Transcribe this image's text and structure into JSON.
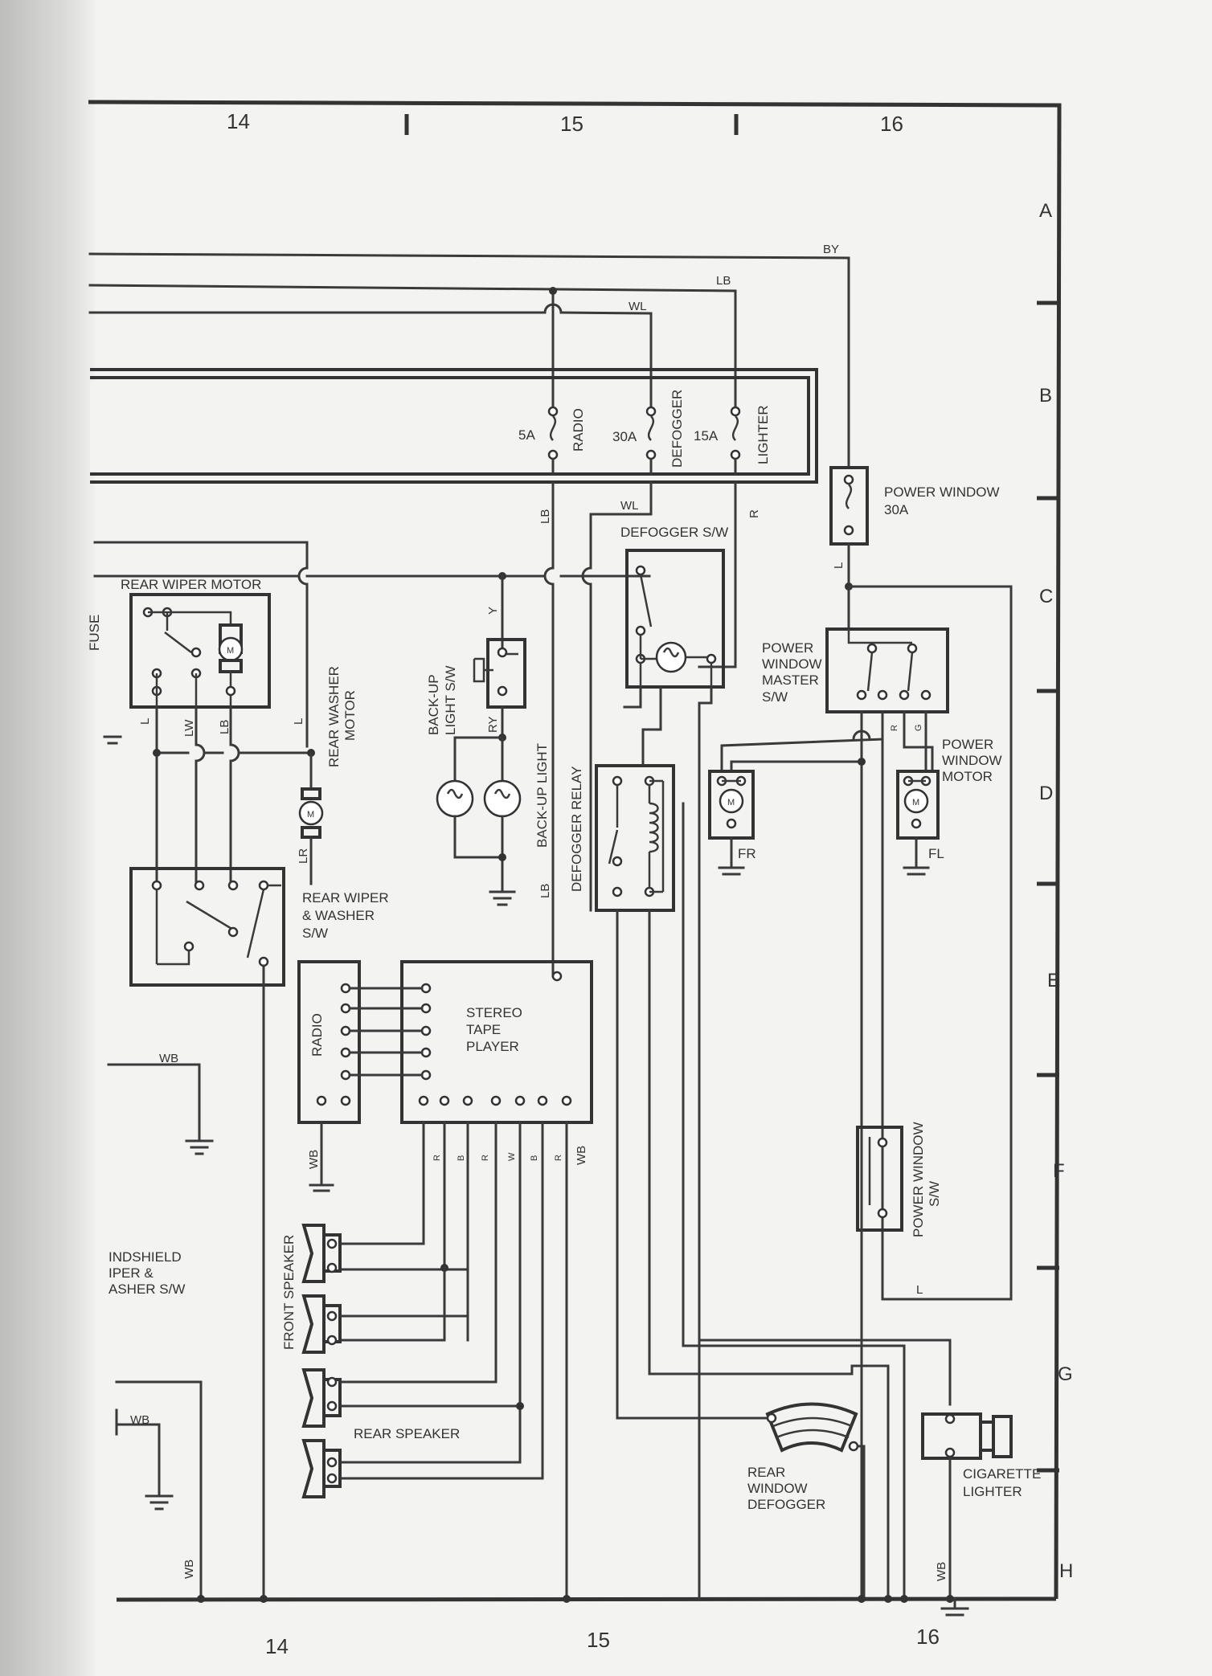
{
  "grid": {
    "columns_top": [
      "14",
      "15",
      "16"
    ],
    "columns_bottom": [
      "14",
      "15",
      "16"
    ],
    "rows": [
      "A",
      "B",
      "C",
      "D",
      "E",
      "F",
      "G",
      "H"
    ]
  },
  "fuses": {
    "radio": {
      "amp": "5A",
      "name": "RADIO"
    },
    "defogger": {
      "amp": "30A",
      "name": "DEFOGGER"
    },
    "lighter": {
      "amp": "15A",
      "name": "LIGHTER"
    },
    "power_window": {
      "name": "POWER WINDOW",
      "amp": "30A"
    }
  },
  "components": {
    "rear_wiper_motor": "REAR WIPER MOTOR",
    "rear_washer_motor": [
      "REAR WASHER",
      "MOTOR"
    ],
    "rear_wiper_washer_sw": [
      "REAR WIPER",
      "& WASHER",
      "S/W"
    ],
    "back_up_light_sw": [
      "BACK-UP",
      "LIGHT S/W"
    ],
    "back_up_light": "BACK-UP LIGHT",
    "defogger_sw": "DEFOGGER S/W",
    "defogger_relay": "DEFOGGER RELAY",
    "power_window_master_sw": [
      "POWER",
      "WINDOW",
      "MASTER",
      "S/W"
    ],
    "power_window_motor": [
      "POWER",
      "WINDOW",
      "MOTOR"
    ],
    "power_window_sw": [
      "POWER WINDOW",
      "S/W"
    ],
    "radio": "RADIO",
    "stereo_tape_player": [
      "STEREO",
      "TAPE",
      "PLAYER"
    ],
    "front_speaker": "FRONT SPEAKER",
    "rear_speaker": "REAR SPEAKER",
    "rear_window_defogger": [
      "REAR",
      "WINDOW",
      "DEFOGGER"
    ],
    "cigarette_lighter": [
      "CIGARETTE",
      "LIGHTER"
    ],
    "windshield_wiper_sw": [
      "INDSHIELD",
      "IPER &",
      "ASHER S/W"
    ],
    "motor_symbol": "M",
    "fr": "FR",
    "fl": "FL",
    "fuse_partial": "FUSE"
  },
  "wires": {
    "by": "BY",
    "lb_top": "LB",
    "wl_top": "WL",
    "lb_radio": "LB",
    "wl_defog": "WL",
    "r_lighter": "R",
    "l_pw": "L",
    "y_backup": "Y",
    "l_left": "L",
    "lw": "LW",
    "lb_left": "LB",
    "l_right": "L",
    "ry": "RY",
    "lr": "LR",
    "lb_lower": "LB",
    "wb_left": "WB",
    "wb_radio": "WB",
    "wb_stereo": "WB",
    "wb_ground_left": "WB",
    "wb_bottom_left": "WB",
    "wb_lighter": "WB",
    "pw_r": "R",
    "pw_g": "G",
    "pw_l": "L",
    "spk": [
      "R",
      "B",
      "R",
      "W",
      "B",
      "R"
    ]
  }
}
